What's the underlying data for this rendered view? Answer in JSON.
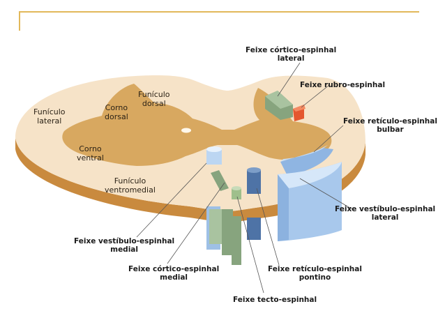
{
  "colors": {
    "slide_rule": "#e2b85a",
    "white_matter": "#f6e3c8",
    "gray_matter": "#d8a860",
    "slab_edge": "#c98a3e",
    "tract_green": "#87a47e",
    "tract_red": "#e4562e",
    "tract_blue": "#a8c8ec",
    "tract_navy": "#4e73a6",
    "tract_pale": "#cfe3f7"
  },
  "labels": {
    "funiculo_lateral": "Funículo\nlateral",
    "funiculo_dorsal": "Funículo\ndorsal",
    "corno_dorsal": "Corno\ndorsal",
    "corno_ventral": "Corno\nventral",
    "funiculo_ventromedial": "Funículo\nventromedial",
    "cortico_lateral": "Feixe córtico-espinhal\nlateral",
    "rubro": "Feixe rubro-espinhal",
    "reticulo_bulbar": "Feixe retículo-espinhal\nbulbar",
    "vestibulo_lateral": "Feixe vestíbulo-espinhal\nlateral",
    "vestibulo_medial": "Feixe vestíbulo-espinhal\nmedial",
    "cortico_medial": "Feixe córtico-espinhal\nmedial",
    "reticulo_pontino": "Feixe retículo-espinhal\npontino",
    "tecto": "Feixe tecto-espinhal"
  }
}
